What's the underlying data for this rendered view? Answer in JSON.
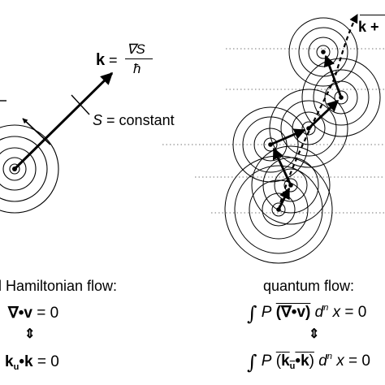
{
  "labels": {
    "k_eq": {
      "lhs": "k",
      "equals": "=",
      "numerator": "∇S",
      "denominator": "ħ"
    },
    "s_constant": {
      "s": "S",
      "rest": "= constant"
    },
    "k_plus": {
      "k": "k",
      "plus": "+"
    }
  },
  "left_column": {
    "title": "l Hamiltonian flow:",
    "eq1": {
      "lhs": "∇•v",
      "rhs": "= 0"
    },
    "double_arrow": "⇕",
    "eq2": {
      "k": "k",
      "sub": "u",
      "dot": "•",
      "k2": "k",
      "rhs": "= 0"
    }
  },
  "right_column": {
    "title": "quantum flow:",
    "eq1": {
      "integral": "∫",
      "p": "P",
      "bar": "(∇•v)",
      "d": "d",
      "n": "n",
      "x": "x",
      "rhs": "= 0"
    },
    "double_arrow": "⇕",
    "eq2": {
      "integral": "∫",
      "p": "P",
      "bar_open": "(",
      "k": "k",
      "sub": "u",
      "dot": "•",
      "k2": "k",
      "bar_close": ")",
      "d": "d",
      "n": "n",
      "x": "x",
      "rhs": "= 0"
    }
  },
  "icons": {
    "wave-circles": "concentric circles",
    "momentum-arrow": "arrow",
    "dashed-arrow": "dashed arrow"
  }
}
